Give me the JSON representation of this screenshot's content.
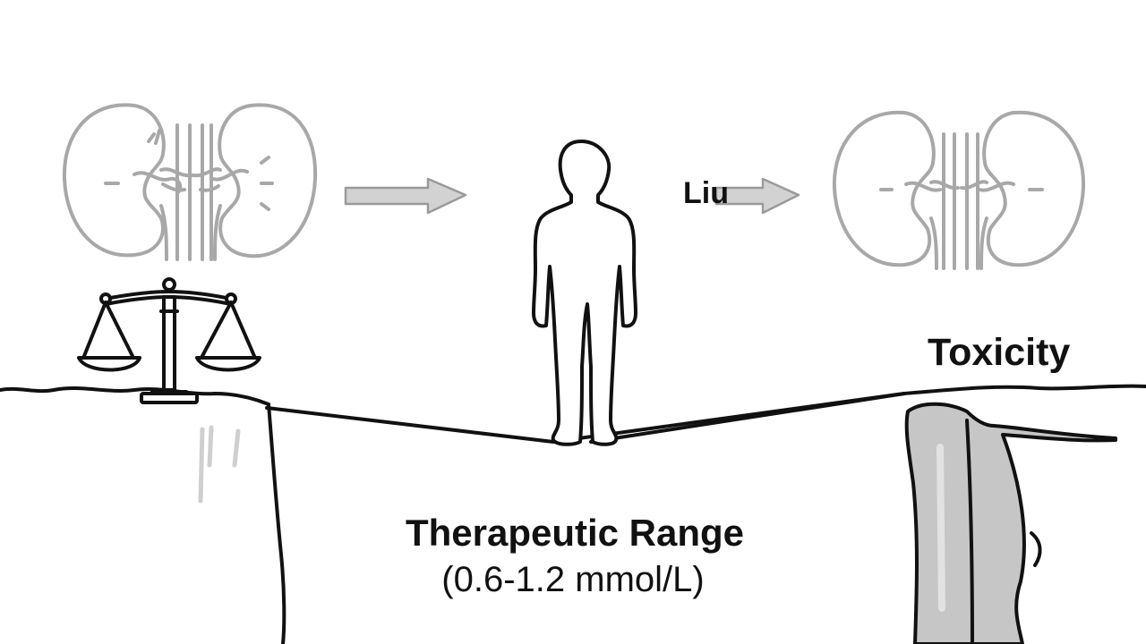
{
  "labels": {
    "lithium": "Liu",
    "toxicity": "Toxicity",
    "range_title": "Therapeutic Range",
    "range_value": "(0.6-1.2 mmol/L)"
  },
  "colors": {
    "ink": "#111111",
    "faded_ink": "#a8a8a8",
    "arrow_fill": "#d2d2d2",
    "cliff_shade": "#c4c4c4"
  },
  "icons": [
    "kidneys-icon",
    "arrow-right-icon",
    "person-icon",
    "balance-scale-icon",
    "cliff-icon"
  ]
}
